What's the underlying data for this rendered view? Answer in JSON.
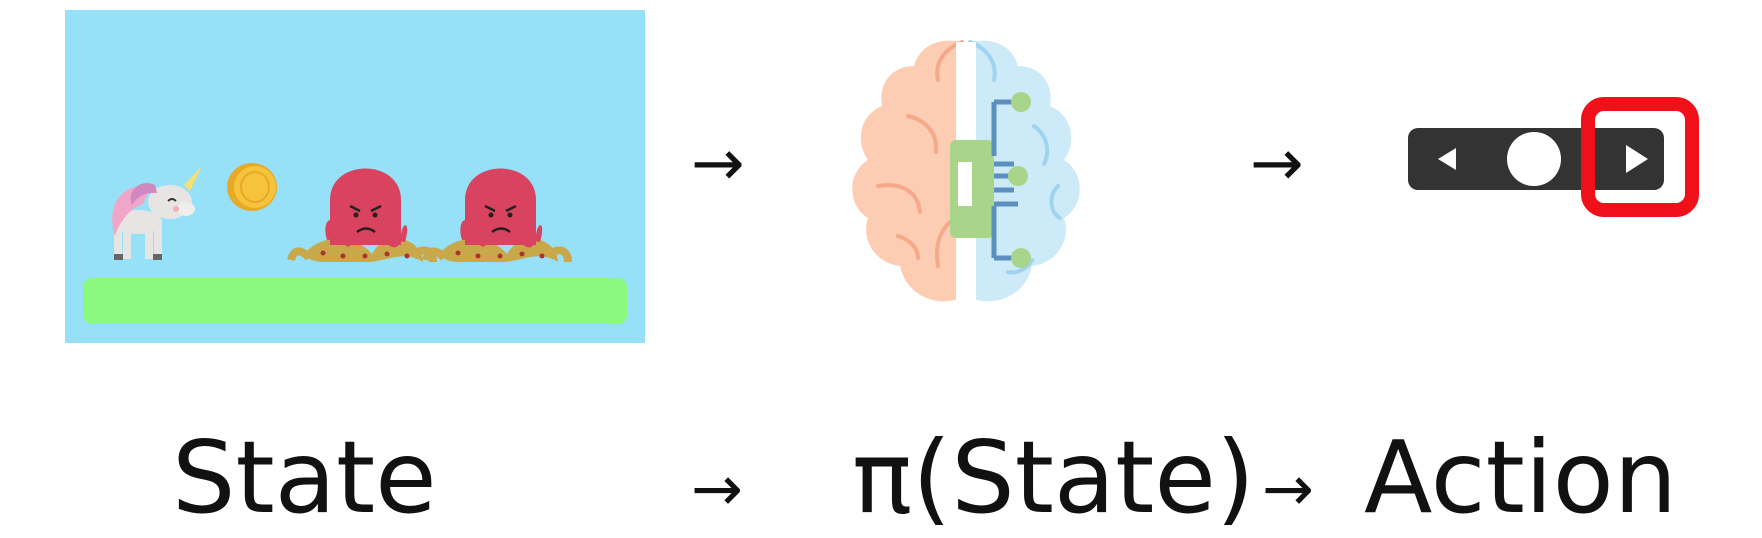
{
  "diagram": {
    "state_label": "State",
    "policy_label": "π(State)",
    "action_label": "Action",
    "arrow_glyph": "→",
    "icons": [
      "game-scene",
      "brain-icon",
      "controller-icon"
    ],
    "colors": {
      "sky": "#96E0F8",
      "ground": "#8AF97E",
      "highlight": "#F0101A",
      "controller": "#333333",
      "brain_left": "#FCCDB2",
      "brain_right": "#CDEAF8",
      "circuit": "#A8D58A",
      "octopus": "#D9435F",
      "coin": "#F5C43C"
    }
  }
}
